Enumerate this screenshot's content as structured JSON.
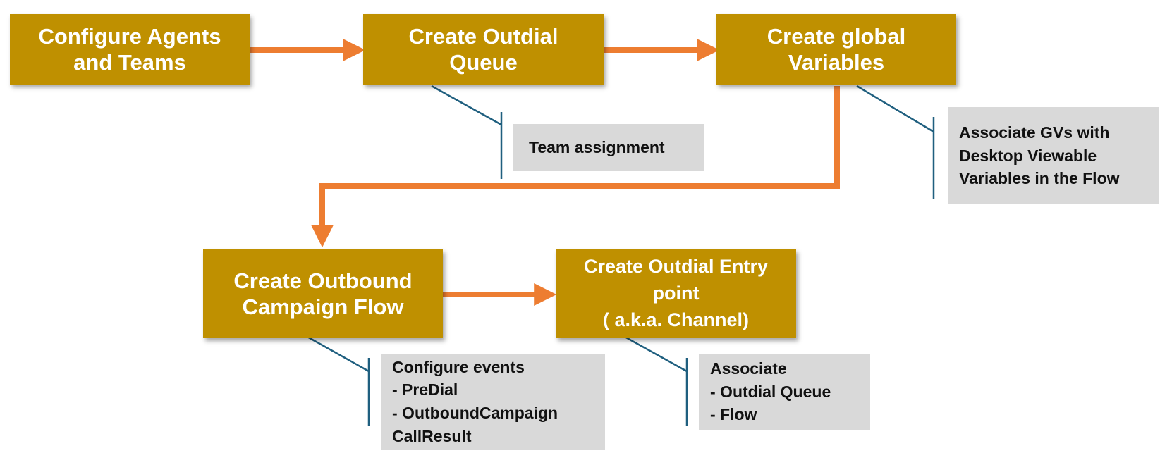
{
  "colors": {
    "step_fill": "#BF9000",
    "step_text": "#FFFFFF",
    "arrow": "#ED7D31",
    "note_fill": "#D9D9D9",
    "note_text": "#111111",
    "callout_line": "#1F5F7F"
  },
  "steps": {
    "configure_agents": "Configure Agents\nand Teams",
    "outdial_queue": "Create Outdial\nQueue",
    "global_variables": "Create global\nVariables",
    "campaign_flow": "Create Outbound\nCampaign Flow",
    "entry_point": "Create Outdial Entry\npoint\n( a.k.a. Channel)"
  },
  "notes": {
    "team_assignment": "Team assignment",
    "associate_gvs": "Associate GVs with\nDesktop Viewable\nVariables in the Flow",
    "configure_events": "Configure events\n- PreDial\n- OutboundCampaign\n   CallResult",
    "associate_entry": "Associate\n- Outdial Queue\n- Flow"
  }
}
